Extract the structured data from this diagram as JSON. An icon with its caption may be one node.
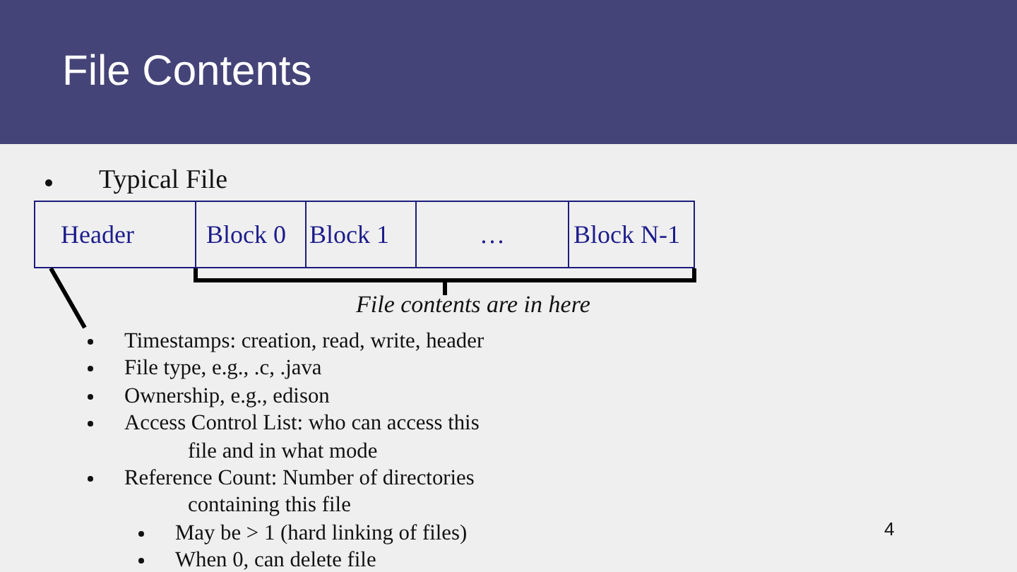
{
  "diagram": {
    "title": "File Contents",
    "nodes": [
      {
        "text": [
          "Header"
        ]
      },
      {
        "text": [
          "Block 0"
        ]
      },
      {
        "text": [
          "Block 1"
        ]
      },
      {
        "text": [
          "…"
        ]
      },
      {
        "text": [
          "Block N-1"
        ]
      },
      {
        "text": [
          "Timestamps: creation, read, write, header",
          "File type, e.g., .c, .java",
          "Ownership, e.g., edison",
          "Access Control List: who can access this file and in what mode",
          "Reference Count: Number of directories containing this file",
          "May be > 1 (hard linking of files)",
          "When 0, can delete file"
        ]
      }
    ],
    "edges": [
      {
        "from": 0,
        "to": 5,
        "arrow": "none"
      }
    ],
    "labels": [
      "Typical File",
      "File contents are in here",
      "4"
    ]
  }
}
